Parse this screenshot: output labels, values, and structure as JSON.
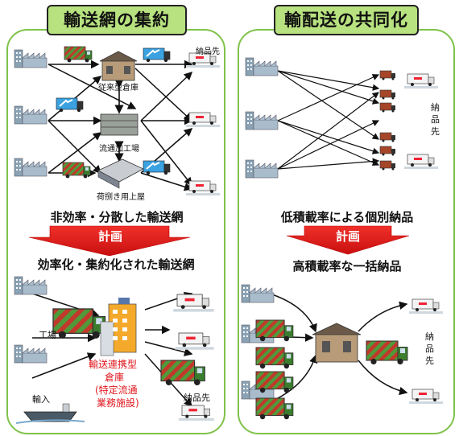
{
  "left": {
    "title": "輸送網の集約",
    "labels": {
      "destination": "納品先",
      "warehouse_old": "従来型倉庫",
      "processing_plant": "流通加工場",
      "sorting_house": "荷捌き用上屋"
    },
    "caption_before": "非効率・分散した輸送網",
    "plan": "計画",
    "caption_after": "効率化・集約化された輸送網",
    "lower_labels": {
      "factory": "工場",
      "import": "輸入",
      "destination": "納品先",
      "hub_line1": "輸送連携型",
      "hub_line2": "倉庫",
      "hub_line3": "(特定流通",
      "hub_line4": "業務施設)"
    }
  },
  "right": {
    "title": "輸配送の共同化",
    "destination_chars": [
      "納",
      "品",
      "先"
    ],
    "caption_before": "低積載率による個別納品",
    "plan": "計画",
    "caption_after": "高積載率な一括納品"
  }
}
